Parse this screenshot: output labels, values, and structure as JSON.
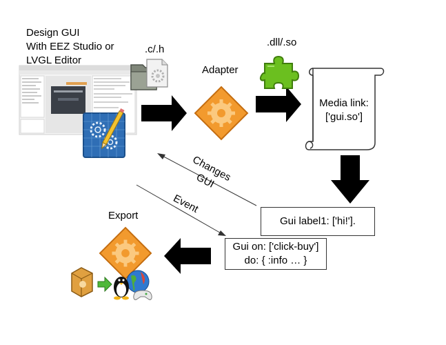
{
  "design": {
    "line1": "Design GUI",
    "line2": "With EEZ Studio or",
    "line3": "LVGL Editor"
  },
  "labels": {
    "c_h": ".c/.h",
    "dll_so": ".dll/.so",
    "adapter": "Adapter",
    "export": "Export",
    "changes_gui_1": "Changes",
    "changes_gui_2": "GUI",
    "event": "Event"
  },
  "media_link": {
    "line1": "Media link:",
    "line2": "['gui.so']"
  },
  "gui_label": {
    "text": "Gui label1: ['hi!']."
  },
  "gui_on": {
    "line1": "Gui on: ['click-buy']",
    "line2": "do: { :info … }"
  },
  "icons": {
    "screenshot": "editor-screenshot-icon",
    "blueprint": "blueprint-gears-icon",
    "file": "source-file-icon",
    "adapter": "gear-diamond-icon",
    "puzzle": "puzzle-plugin-icon",
    "scroll": "scroll-document-icon",
    "export": "gear-diamond-icon",
    "platforms": "os-platforms-icon"
  },
  "colors": {
    "diamond": "#f29a2e",
    "puzzle": "#6bbf1f",
    "arrow": "#000000"
  }
}
